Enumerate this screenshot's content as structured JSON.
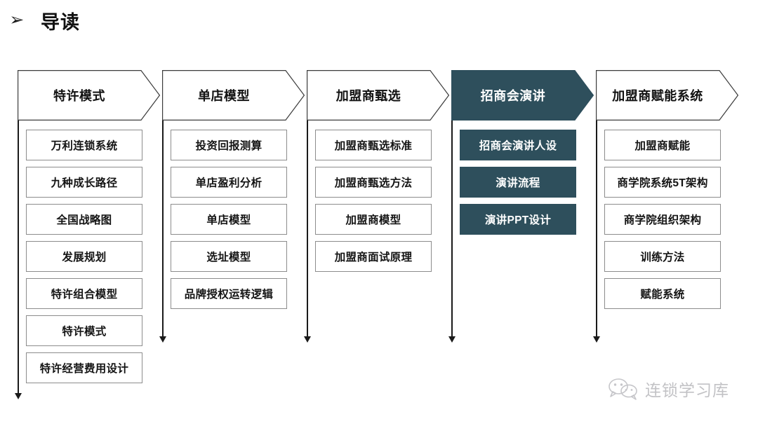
{
  "page": {
    "title_bullet": "➢",
    "title": "导读",
    "accent_dark": "#2e4f5c",
    "border_color": "#8c8c8c",
    "text_color": "#141414"
  },
  "columns": [
    {
      "header": "特许模式",
      "highlighted": false,
      "items": [
        "万利连锁系统",
        "九种成长路径",
        "全国战略图",
        "发展规划",
        "特许组合模型",
        "特许模式",
        "特许经营费用设计"
      ]
    },
    {
      "header": "单店模型",
      "highlighted": false,
      "items": [
        "投资回报测算",
        "单店盈利分析",
        "单店模型",
        "选址模型",
        "品牌授权运转逻辑"
      ]
    },
    {
      "header": "加盟商甄选",
      "highlighted": false,
      "items": [
        "加盟商甄选标准",
        "加盟商甄选方法",
        "加盟商模型",
        "加盟商面试原理"
      ]
    },
    {
      "header": "招商会演讲",
      "highlighted": true,
      "items": [
        "招商会演讲人设",
        "演讲流程",
        "演讲PPT设计"
      ]
    },
    {
      "header": "加盟商赋能系统",
      "highlighted": false,
      "items": [
        "加盟商赋能",
        "商学院系统5T架构",
        "商学院组织架构",
        "训练方法",
        "赋能系统"
      ]
    }
  ],
  "watermark": {
    "icon": "wechat-icon",
    "text": "连锁学习库"
  }
}
